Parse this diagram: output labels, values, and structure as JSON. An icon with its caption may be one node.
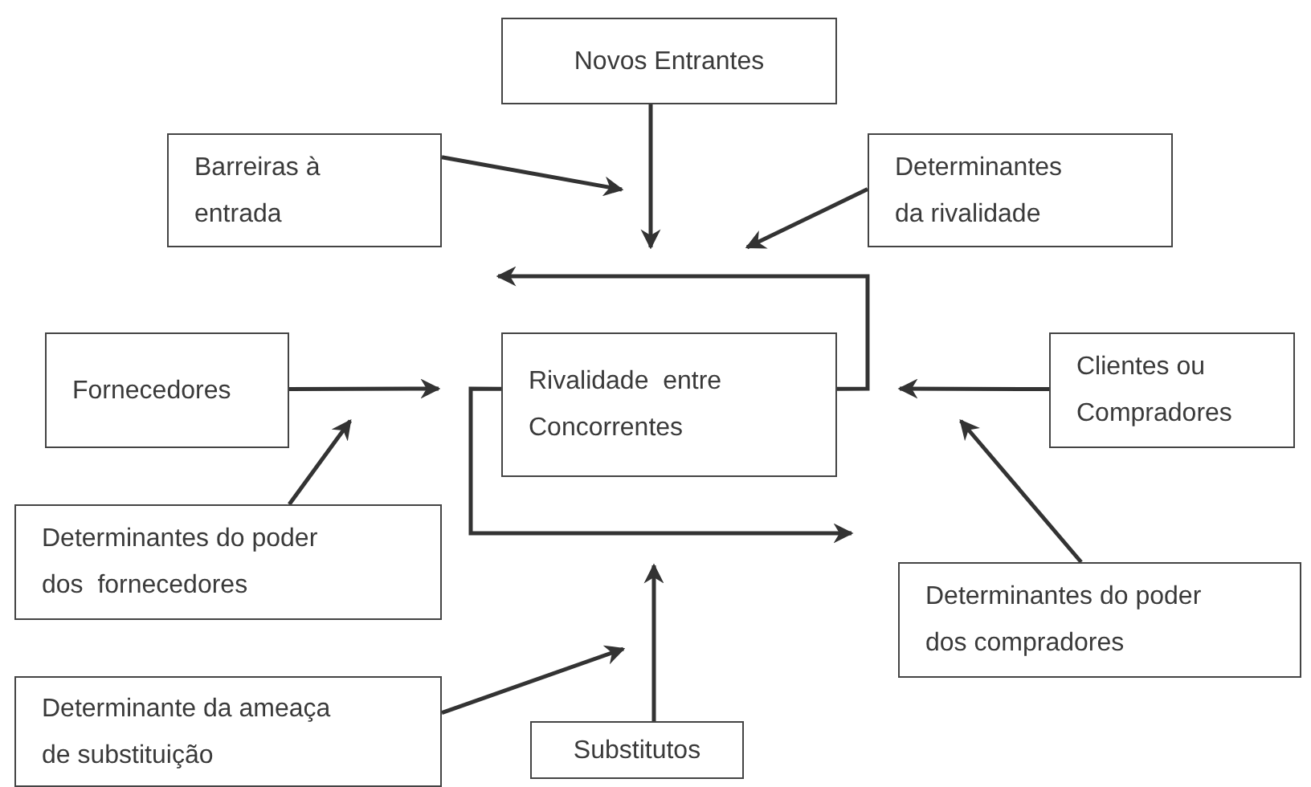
{
  "diagram": {
    "nodes": [
      {
        "text": [
          "Novos Entrantes"
        ]
      },
      {
        "text": [
          "Barreiras à entrada"
        ]
      },
      {
        "text": [
          "Determinantes da rivalidade"
        ]
      },
      {
        "text": [
          "Fornecedores"
        ]
      },
      {
        "text": [
          "Rivalidade  entre Concorrentes"
        ]
      },
      {
        "text": [
          "Clientes ou Compradores"
        ]
      },
      {
        "text": [
          "Determinantes do poder dos  fornecedores"
        ]
      },
      {
        "text": [
          "Determinantes do poder dos compradores"
        ]
      },
      {
        "text": [
          "Determinante da ameaça de substituição"
        ]
      },
      {
        "text": [
          "Substitutos"
        ]
      }
    ],
    "edges": [
      {
        "from": 0,
        "to": null,
        "arrow": "to"
      },
      {
        "from": 1,
        "to": null,
        "arrow": "to"
      },
      {
        "from": 2,
        "to": null,
        "arrow": "to"
      },
      {
        "from": 4,
        "to": null,
        "arrow": "to"
      },
      {
        "from": 3,
        "to": null,
        "arrow": "to"
      },
      {
        "from": 6,
        "to": null,
        "arrow": "to"
      },
      {
        "from": 5,
        "to": null,
        "arrow": "to"
      },
      {
        "from": 7,
        "to": null,
        "arrow": "to"
      },
      {
        "from": 4,
        "to": null,
        "arrow": "to"
      },
      {
        "from": 8,
        "to": null,
        "arrow": "to"
      },
      {
        "from": 9,
        "to": null,
        "arrow": "to"
      }
    ]
  }
}
